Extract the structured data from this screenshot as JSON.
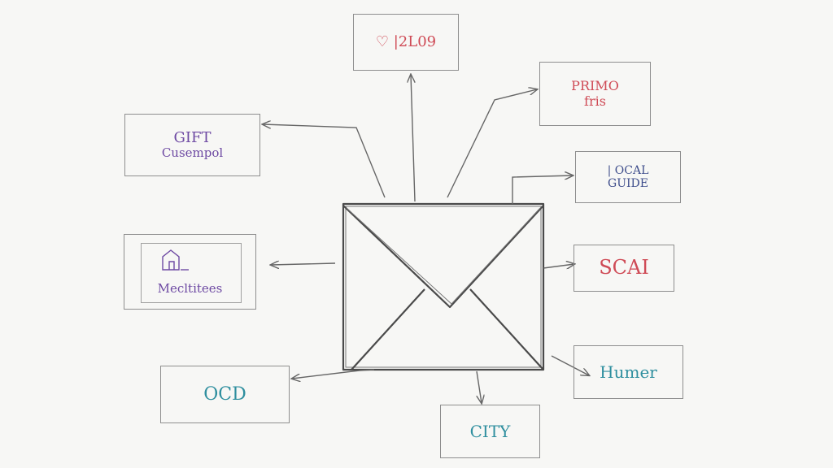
{
  "nodes": {
    "top": {
      "line1": "♡ |2L09"
    },
    "primo": {
      "line1": "PRIMO",
      "line2": "fris"
    },
    "gift": {
      "line1": "GIFT",
      "line2": "Cusempol"
    },
    "local": {
      "line1": "| OCAL",
      "line2": "GUIDE"
    },
    "mectitees": {
      "line1": "Mecltitees"
    },
    "scal": {
      "line1": "SCAI"
    },
    "ocd": {
      "line1": "OCD"
    },
    "humer": {
      "line1": "Humer"
    },
    "city": {
      "line1": "CITY"
    }
  },
  "colors": {
    "purple": "#6e4aa3",
    "red": "#cf4b56",
    "navy": "#3f4e8c",
    "teal": "#2f8f9f",
    "stroke": "#555555"
  }
}
